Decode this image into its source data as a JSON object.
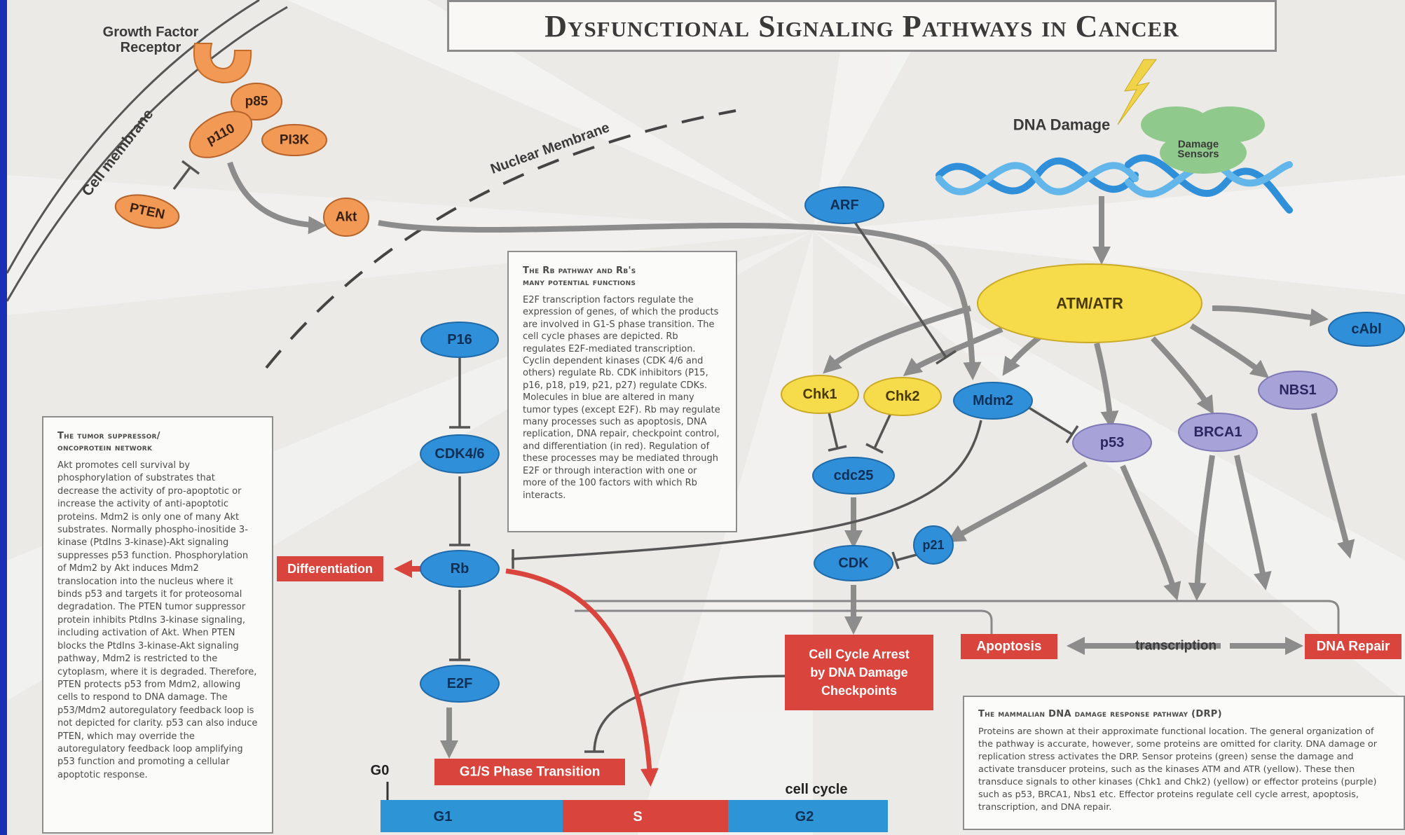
{
  "title": "Dysfunctional Signaling Pathways in Cancer",
  "labels": {
    "growth_factor_receptor": "Growth Factor\nReceptor",
    "cell_membrane": "Cell membrane",
    "nuclear_membrane": "Nuclear Membrane",
    "dna_damage": "DNA Damage",
    "damage_sensors": "Damage\nSensors",
    "g0": "G0",
    "cell_cycle": "cell cycle",
    "transcription": "transcription"
  },
  "nodes": {
    "p85": "p85",
    "p110": "p110",
    "pi3k": "PI3K",
    "pten": "PTEN",
    "akt": "Akt",
    "arf": "ARF",
    "atm_atr": "ATM/ATR",
    "cabl": "cAbl",
    "chk1": "Chk1",
    "chk2": "Chk2",
    "mdm2": "Mdm2",
    "nbs1": "NBS1",
    "brca1": "BRCA1",
    "p53": "p53",
    "cdc25": "cdc25",
    "p21": "p21",
    "cdk": "CDK",
    "p16": "P16",
    "cdk46": "CDK4/6",
    "rb": "Rb",
    "e2f": "E2F"
  },
  "outcomes": {
    "differentiation": "Differentiation",
    "apoptosis": "Apoptosis",
    "dna_repair": "DNA Repair",
    "arrest": "Cell Cycle Arrest\nby DNA Damage\nCheckpoints",
    "g1s": "G1/S Phase Transition"
  },
  "phases": [
    "G1",
    "S",
    "G2"
  ],
  "boxes": {
    "rb_pathway": {
      "title": "The Rb pathway and Rb's\nmany potential functions",
      "body": "E2F transcription factors regulate the expression of genes, of which the products are involved in G1-S phase transition. The cell cycle phases are depicted. Rb regulates E2F-mediated transcription. Cyclin dependent kinases (CDK 4/6 and others) regulate Rb. CDK inhibitors (P15, p16, p18, p19, p21, p27) regulate CDKs. Molecules in blue are altered in many tumor types (except E2F). Rb may regulate many processes such as apoptosis, DNA replication, DNA repair, checkpoint control, and differentiation (in red). Regulation of these processes may be mediated through E2F or through interaction with one or more of the 100 factors with which Rb interacts."
    },
    "tumor_suppressor": {
      "title": "The tumor suppressor/\noncoprotein network",
      "body": "Akt promotes cell survival by phosphorylation of substrates that decrease the activity of pro-apoptotic or increase the activity of anti-apoptotic proteins. Mdm2 is only one of many Akt substrates. Normally phospho-inositide 3-kinase (PtdIns 3-kinase)-Akt signaling suppresses p53 function. Phosphorylation of Mdm2 by Akt induces Mdm2 translocation into the nucleus where it binds p53 and targets it for proteosomal degradation. The PTEN tumor suppressor protein inhibits PtdIns 3-kinase signaling, including activation of Akt. When PTEN blocks the PtdIns 3-kinase-Akt signaling pathway, Mdm2 is restricted to the cytoplasm, where it is degraded. Therefore, PTEN protects p53 from Mdm2, allowing cells to respond to DNA damage. The p53/Mdm2 autoregulatory feedback loop is not depicted for clarity. p53 can also induce PTEN, which may override the autoregulatory feedback loop amplifying p53 function and promoting a cellular apoptotic response."
    },
    "drp": {
      "title": "The mammalian DNA damage response pathway (DRP)",
      "body": "Proteins are shown at their approximate functional location. The general organization of the pathway is accurate, however, some proteins are omitted for clarity. DNA damage or replication stress activates the DRP. Sensor proteins (green) sense the damage and activate transducer proteins, such as the kinases ATM and ATR (yellow). These then transduce signals to other kinases (Chk1 and Chk2) (yellow) or effector proteins (purple) such as p53, BRCA1, Nbs1 etc. Effector proteins regulate cell cycle arrest, apoptosis, transcription, and DNA repair."
    }
  },
  "colors": {
    "orange": "#f29a55",
    "blue": "#2f8fd8",
    "yellow": "#f6dc4a",
    "purple": "#a7a3d8",
    "green": "#8fc98c",
    "red": "#d9443d",
    "phase_blue": "#2d94d6",
    "arrow_gray": "#8c8c8c"
  }
}
